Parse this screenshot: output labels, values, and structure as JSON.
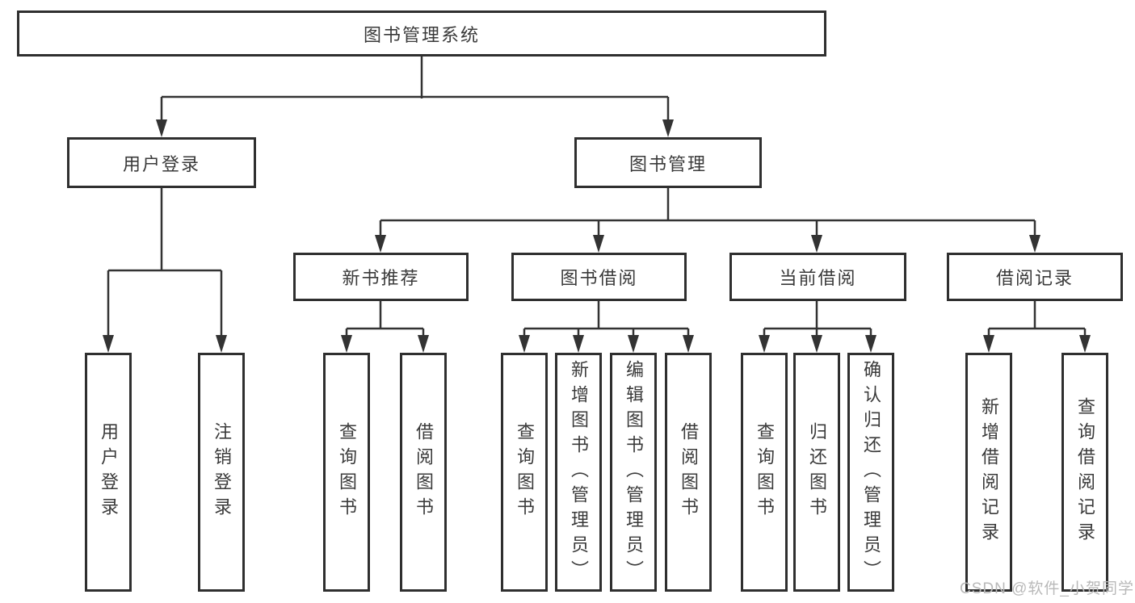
{
  "diagram_title": "图书管理系统",
  "tree": {
    "root": {
      "label": "图书管理系统"
    },
    "branches": [
      {
        "label": "用户登录",
        "children": [
          {
            "label": "用户登录"
          },
          {
            "label": "注销登录"
          }
        ]
      },
      {
        "label": "图书管理",
        "children": [
          {
            "label": "新书推荐",
            "children": [
              {
                "label": "查询图书"
              },
              {
                "label": "借阅图书"
              }
            ]
          },
          {
            "label": "图书借阅",
            "children": [
              {
                "label": "查询图书"
              },
              {
                "label": "新增图书（管理员）"
              },
              {
                "label": "编辑图书（管理员）"
              },
              {
                "label": "借阅图书"
              }
            ]
          },
          {
            "label": "当前借阅",
            "children": [
              {
                "label": "查询图书"
              },
              {
                "label": "归还图书"
              },
              {
                "label": "确认归还（管理员）"
              }
            ]
          },
          {
            "label": "借阅记录",
            "children": [
              {
                "label": "新增借阅记录"
              },
              {
                "label": "查询借阅记录"
              }
            ]
          }
        ]
      }
    ]
  },
  "watermark": {
    "text": "CSDN @软件_小贺同学"
  },
  "colors": {
    "line": "#333333",
    "box_border": "#2f2f2f",
    "text": "#3a3a3a",
    "watermark": "#b9b9b9",
    "background": "#ffffff"
  }
}
